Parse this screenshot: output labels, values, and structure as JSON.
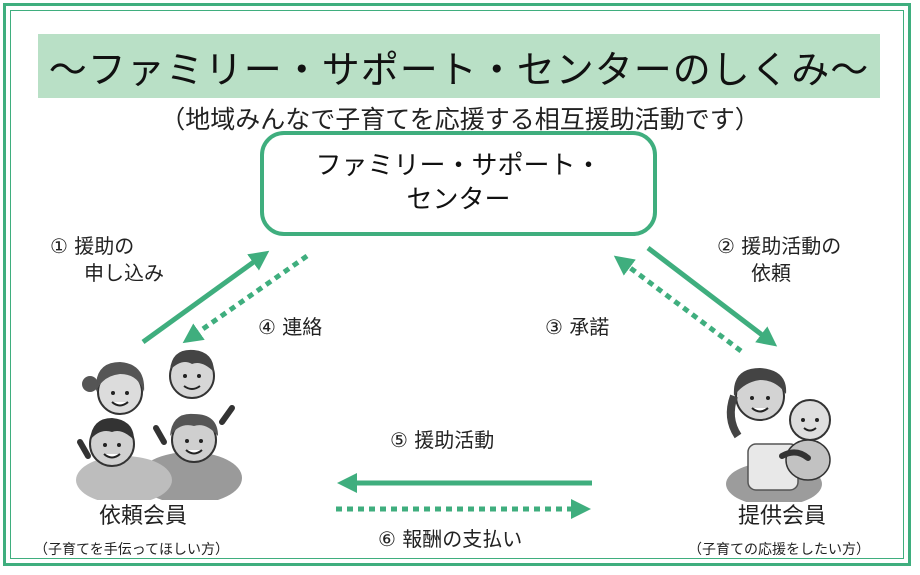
{
  "title": "～ファミリー・サポート・センターのしくみ～",
  "subtitle": "（地域みんなで子育てを応援する相互援助活動です）",
  "center_box": {
    "line1": "ファミリー・サポート・",
    "line2": "センター"
  },
  "steps": {
    "s1": {
      "line1": "① 援助の",
      "line2": "申し込み"
    },
    "s2": {
      "line1": "② 援助活動の",
      "line2": "依頼"
    },
    "s3": "③ 承諾",
    "s4": "④ 連絡",
    "s5": "⑤ 援助活動",
    "s6": "⑥ 報酬の支払い"
  },
  "members": {
    "requester": {
      "name": "依頼会員",
      "desc": "（子育てを手伝ってほしい方）"
    },
    "provider": {
      "name": "提供会員",
      "desc": "（子育ての応援をしたい方）"
    }
  },
  "colors": {
    "accent": "#3fae7e",
    "band": "#b9e0c6",
    "skin": "#c9c9c9"
  },
  "icons": {
    "requester": "family-illustration-icon",
    "provider": "mother-baby-illustration-icon"
  }
}
